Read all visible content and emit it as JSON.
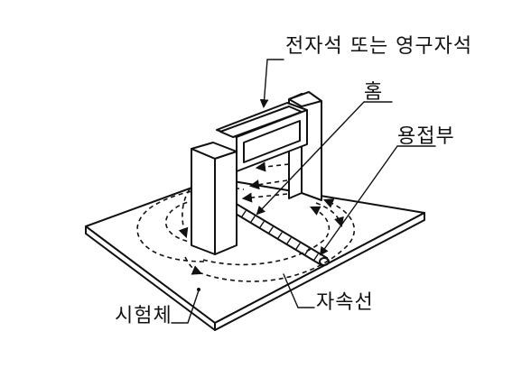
{
  "labels": {
    "magnet": "전자석 또는 영구자석",
    "groove": "홈",
    "weld": "용접부",
    "flux_line": "자속선",
    "specimen": "시험체"
  }
}
